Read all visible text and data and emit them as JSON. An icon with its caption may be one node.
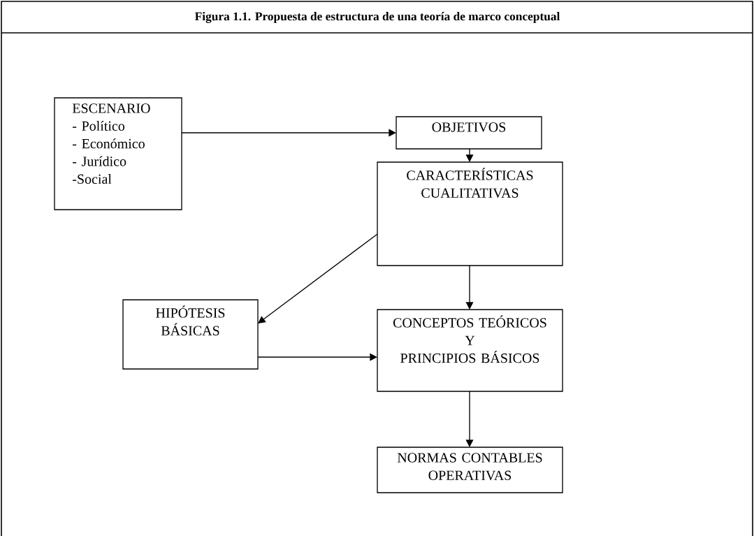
{
  "diagram": {
    "title": "Figura 1.1. Propuesta de estructura de una teoría de marco conceptual",
    "nodes": [
      {
        "text": [
          "ESCENARIO",
          "- Político",
          "- Económico",
          "- Jurídico",
          "-Social"
        ]
      },
      {
        "text": [
          "OBJETIVOS"
        ]
      },
      {
        "text": [
          "CARACTERÍSTICAS CUALITATIVAS"
        ]
      },
      {
        "text": [
          "HIPÓTESIS BÁSICAS"
        ]
      },
      {
        "text": [
          "CONCEPTOS TEÓRICOS",
          "Y",
          "PRINCIPIOS BÁSICOS"
        ]
      },
      {
        "text": [
          "NORMAS CONTABLES OPERATIVAS"
        ]
      }
    ],
    "edges": [
      {
        "from": 0,
        "to": 1,
        "arrow": "to"
      },
      {
        "from": 1,
        "to": 2,
        "arrow": "to"
      },
      {
        "from": 2,
        "to": 3,
        "arrow": "to"
      },
      {
        "from": 2,
        "to": 4,
        "arrow": "to"
      },
      {
        "from": 3,
        "to": 4,
        "arrow": "to"
      },
      {
        "from": 4,
        "to": 5,
        "arrow": "to"
      }
    ]
  }
}
